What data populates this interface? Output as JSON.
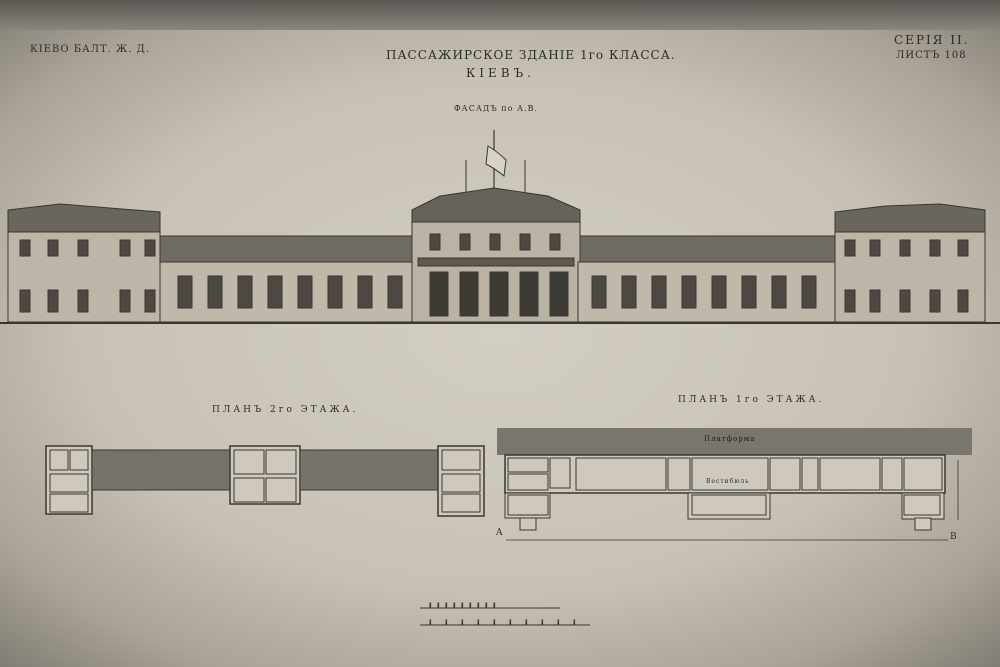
{
  "header": {
    "railway": "КІЕВО БАЛТ. Ж. Д.",
    "title": "ПАССАЖИРСКОЕ ЗДАНІЕ 1го КЛАССА.",
    "city": "КІЕВЪ.",
    "series": "СЕРІЯ II.",
    "sheet": "ЛИСТЪ 108"
  },
  "facade": {
    "caption": "ФАСАДЪ по А.В."
  },
  "plan2": {
    "caption": "ПЛАНЪ 2го ЭТАЖА."
  },
  "plan1": {
    "caption": "ПЛАНЪ 1го ЭТАЖА.",
    "platform": "Платформа",
    "vestibule": "Вестибюль",
    "point_a": "A",
    "point_b": "B"
  },
  "colors": {
    "paper": "#c8c2b5",
    "ink": "#2e2b27",
    "platform": "#7a756d"
  }
}
